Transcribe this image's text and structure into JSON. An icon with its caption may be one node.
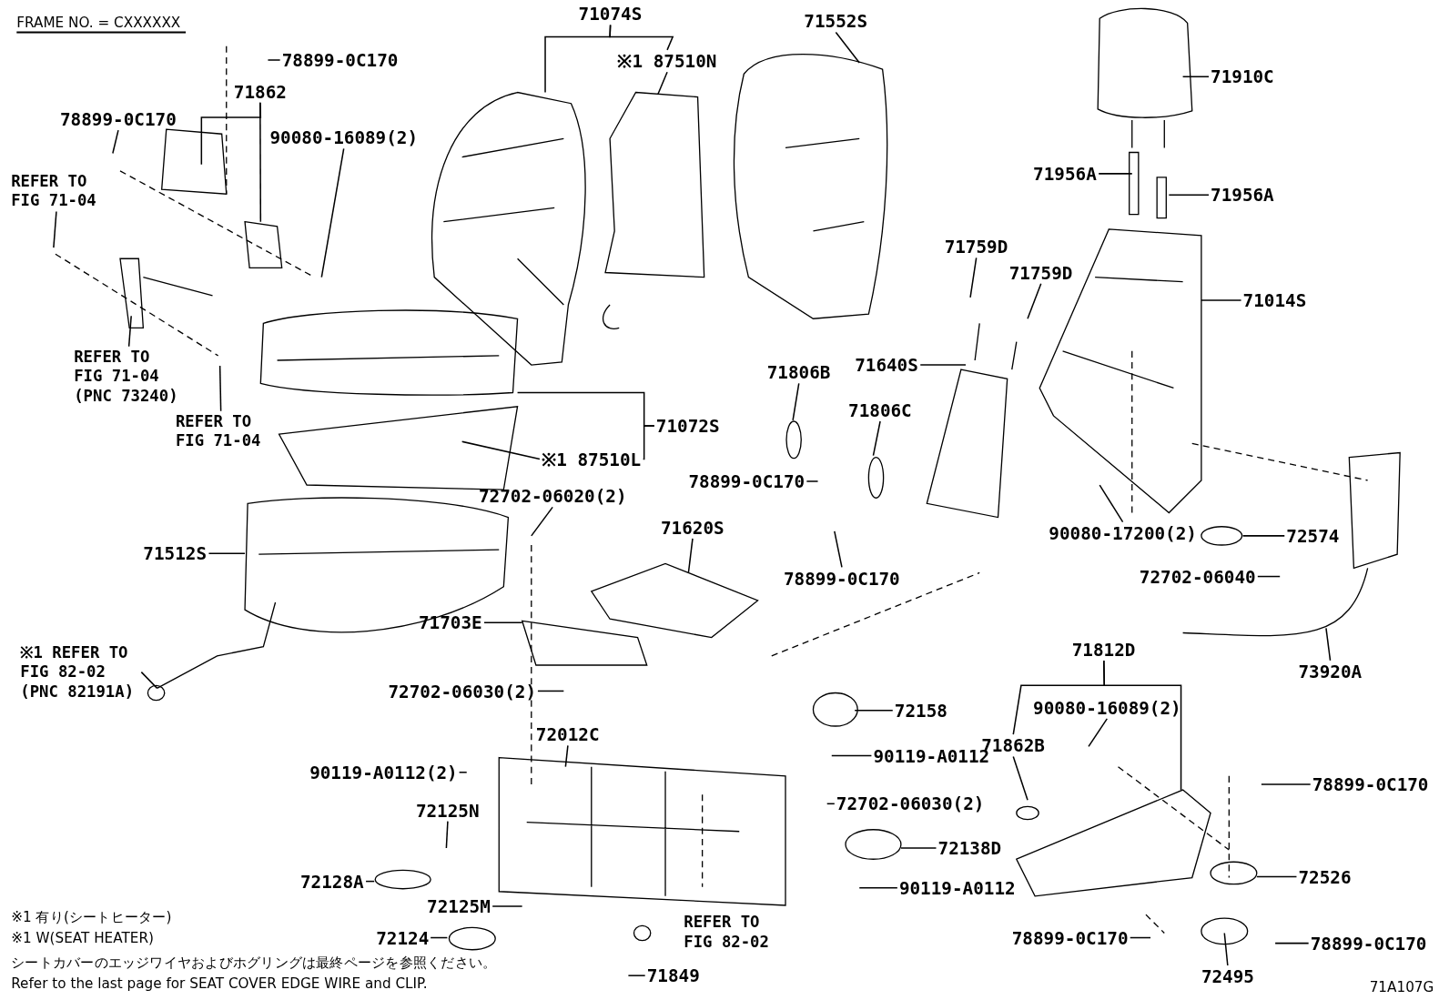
{
  "diagram": {
    "nodes": [
      {
        "text": [
          "78899-0C170"
        ]
      },
      {
        "text": [
          "71862"
        ]
      },
      {
        "text": [
          "90080-16089(2)"
        ]
      },
      {
        "text": [
          "78899-0C170"
        ]
      },
      {
        "text": [
          "REFER TO FIG 71-04"
        ]
      },
      {
        "text": [
          "REFER TO FIG 71-04 (PNC 73240)"
        ]
      },
      {
        "text": [
          "REFER TO FIG 71-04"
        ]
      },
      {
        "text": [
          "71074S"
        ]
      },
      {
        "text": [
          "※1 87510N"
        ]
      },
      {
        "text": [
          "71552S"
        ]
      },
      {
        "text": [
          "71910C"
        ]
      },
      {
        "text": [
          "71956A"
        ]
      },
      {
        "text": [
          "71956A"
        ]
      },
      {
        "text": [
          "71759D"
        ]
      },
      {
        "text": [
          "71759D"
        ]
      },
      {
        "text": [
          "71014S"
        ]
      },
      {
        "text": [
          "71640S"
        ]
      },
      {
        "text": [
          "71806B"
        ]
      },
      {
        "text": [
          "71806C"
        ]
      },
      {
        "text": [
          "78899-0C170"
        ]
      },
      {
        "text": [
          "78899-0C170"
        ]
      },
      {
        "text": [
          "71072S"
        ]
      },
      {
        "text": [
          "※1 87510L"
        ]
      },
      {
        "text": [
          "71512S"
        ]
      },
      {
        "text": [
          "※1 REFER TO FIG 82-02 (PNC 82191A)"
        ]
      },
      {
        "text": [
          "72702-06020(2)"
        ]
      },
      {
        "text": [
          "71620S"
        ]
      },
      {
        "text": [
          "71703E"
        ]
      },
      {
        "text": [
          "72702-06030(2)"
        ]
      },
      {
        "text": [
          "72012C"
        ]
      },
      {
        "text": [
          "90119-A0112(2)"
        ]
      },
      {
        "text": [
          "72125N"
        ]
      },
      {
        "text": [
          "72128A"
        ]
      },
      {
        "text": [
          "72125M"
        ]
      },
      {
        "text": [
          "72124"
        ]
      },
      {
        "text": [
          "71849"
        ]
      },
      {
        "text": [
          "72158"
        ]
      },
      {
        "text": [
          "90119-A0112"
        ]
      },
      {
        "text": [
          "72702-06030(2)"
        ]
      },
      {
        "text": [
          "72138D"
        ]
      },
      {
        "text": [
          "90119-A0112"
        ]
      },
      {
        "text": [
          "90080-17200(2)"
        ]
      },
      {
        "text": [
          "72574"
        ]
      },
      {
        "text": [
          "72702-06040"
        ]
      },
      {
        "text": [
          "73920A"
        ]
      },
      {
        "text": [
          "71812D"
        ]
      },
      {
        "text": [
          "90080-16089(2)"
        ]
      },
      {
        "text": [
          "71862B"
        ]
      },
      {
        "text": [
          "78899-0C170"
        ]
      },
      {
        "text": [
          "72526"
        ]
      },
      {
        "text": [
          "78899-0C170"
        ]
      },
      {
        "text": [
          "78899-0C170"
        ]
      },
      {
        "text": [
          "72495"
        ]
      }
    ],
    "edges": [
      {
        "from": 0,
        "to": null,
        "arrow": "none"
      },
      {
        "from": 1,
        "to": null,
        "arrow": "none"
      },
      {
        "from": 1,
        "to": null,
        "arrow": "none"
      },
      {
        "from": 2,
        "to": null,
        "arrow": "none"
      },
      {
        "from": 3,
        "to": null,
        "arrow": "none"
      },
      {
        "from": 4,
        "to": null,
        "arrow": "none"
      },
      {
        "from": 5,
        "to": null,
        "arrow": "none"
      },
      {
        "from": 6,
        "to": null,
        "arrow": "none"
      },
      {
        "from": 7,
        "to": null,
        "arrow": "none"
      },
      {
        "from": 7,
        "to": 8,
        "arrow": "none"
      },
      {
        "from": 8,
        "to": null,
        "arrow": "none"
      },
      {
        "from": 9,
        "to": null,
        "arrow": "none"
      },
      {
        "from": 10,
        "to": null,
        "arrow": "none"
      },
      {
        "from": 11,
        "to": null,
        "arrow": "none"
      },
      {
        "from": 12,
        "to": null,
        "arrow": "none"
      },
      {
        "from": 13,
        "to": null,
        "arrow": "none"
      },
      {
        "from": 14,
        "to": null,
        "arrow": "none"
      },
      {
        "from": 15,
        "to": null,
        "arrow": "none"
      },
      {
        "from": 16,
        "to": null,
        "arrow": "none"
      },
      {
        "from": 17,
        "to": null,
        "arrow": "none"
      },
      {
        "from": 18,
        "to": null,
        "arrow": "none"
      },
      {
        "from": 19,
        "to": null,
        "arrow": "none"
      },
      {
        "from": 20,
        "to": null,
        "arrow": "none"
      },
      {
        "from": 21,
        "to": null,
        "arrow": "none"
      },
      {
        "from": 21,
        "to": 22,
        "arrow": "none"
      },
      {
        "from": 22,
        "to": null,
        "arrow": "none"
      },
      {
        "from": 23,
        "to": null,
        "arrow": "none"
      },
      {
        "from": 24,
        "to": null,
        "arrow": "none"
      },
      {
        "from": 25,
        "to": null,
        "arrow": "none"
      },
      {
        "from": 26,
        "to": null,
        "arrow": "none"
      },
      {
        "from": 27,
        "to": null,
        "arrow": "none"
      },
      {
        "from": 28,
        "to": null,
        "arrow": "none"
      },
      {
        "from": 29,
        "to": null,
        "arrow": "none"
      },
      {
        "from": 30,
        "to": null,
        "arrow": "none"
      },
      {
        "from": 31,
        "to": null,
        "arrow": "none"
      },
      {
        "from": 32,
        "to": null,
        "arrow": "none"
      },
      {
        "from": 33,
        "to": null,
        "arrow": "none"
      },
      {
        "from": 34,
        "to": null,
        "arrow": "none"
      },
      {
        "from": 35,
        "to": null,
        "arrow": "none"
      },
      {
        "from": 36,
        "to": null,
        "arrow": "none"
      },
      {
        "from": 37,
        "to": null,
        "arrow": "none"
      },
      {
        "from": 38,
        "to": null,
        "arrow": "none"
      },
      {
        "from": 39,
        "to": null,
        "arrow": "none"
      },
      {
        "from": 40,
        "to": null,
        "arrow": "none"
      },
      {
        "from": 41,
        "to": null,
        "arrow": "none"
      },
      {
        "from": 42,
        "to": null,
        "arrow": "none"
      },
      {
        "from": 43,
        "to": null,
        "arrow": "none"
      },
      {
        "from": 44,
        "to": null,
        "arrow": "none"
      },
      {
        "from": 45,
        "to": null,
        "arrow": "none"
      },
      {
        "from": 45,
        "to": 47,
        "arrow": "none"
      },
      {
        "from": 46,
        "to": null,
        "arrow": "none"
      },
      {
        "from": 47,
        "to": null,
        "arrow": "none"
      },
      {
        "from": 48,
        "to": null,
        "arrow": "none"
      },
      {
        "from": 49,
        "to": null,
        "arrow": "none"
      },
      {
        "from": 50,
        "to": null,
        "arrow": "none"
      },
      {
        "from": 51,
        "to": null,
        "arrow": "none"
      },
      {
        "from": 52,
        "to": null,
        "arrow": "none"
      }
    ],
    "labels": [
      "FRAME NO. = CXXXXXX",
      "REFER TO FIG 82-02",
      "※1 有り(シートヒーター)",
      "※1 W(SEAT HEATER)",
      "シートカバーのエッジワイヤおよびホグリングは最終ページを参照ください。",
      "Refer to the last page for SEAT COVER EDGE WIRE and CLIP.",
      "71A107G"
    ]
  }
}
